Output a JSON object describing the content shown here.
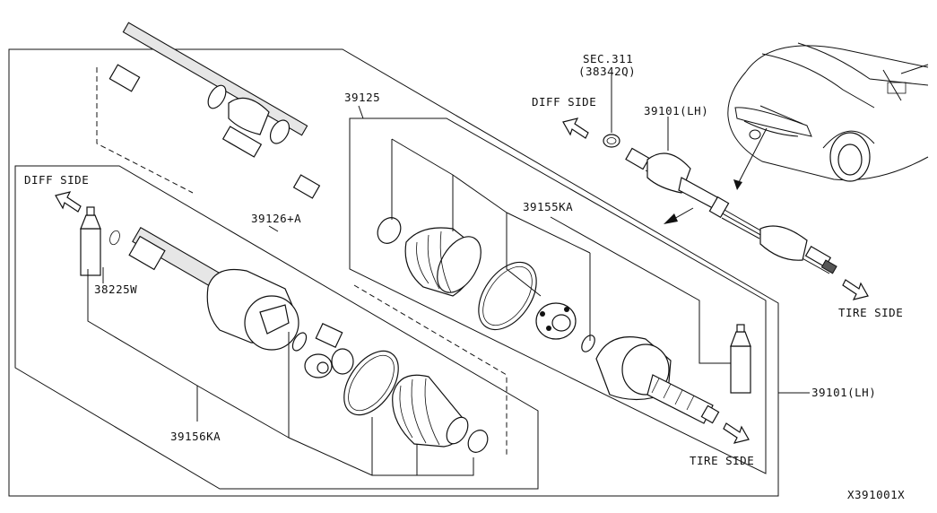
{
  "labels": {
    "sec311": "SEC.311",
    "sec311_part": "(38342Q)",
    "diff_side_right": "DIFF SIDE",
    "diff_side_left": "DIFF SIDE",
    "p39101_top": "39101(LH)",
    "p39125": "39125",
    "p39155ka": "39155KA",
    "p39126a": "39126+A",
    "p38225w": "38225W",
    "p39156ka": "39156KA",
    "tire_side_right": "TIRE SIDE",
    "tire_side_bottom": "TIRE SIDE",
    "p39101_right": "39101(LH)",
    "diagram_id": "X391001X"
  }
}
